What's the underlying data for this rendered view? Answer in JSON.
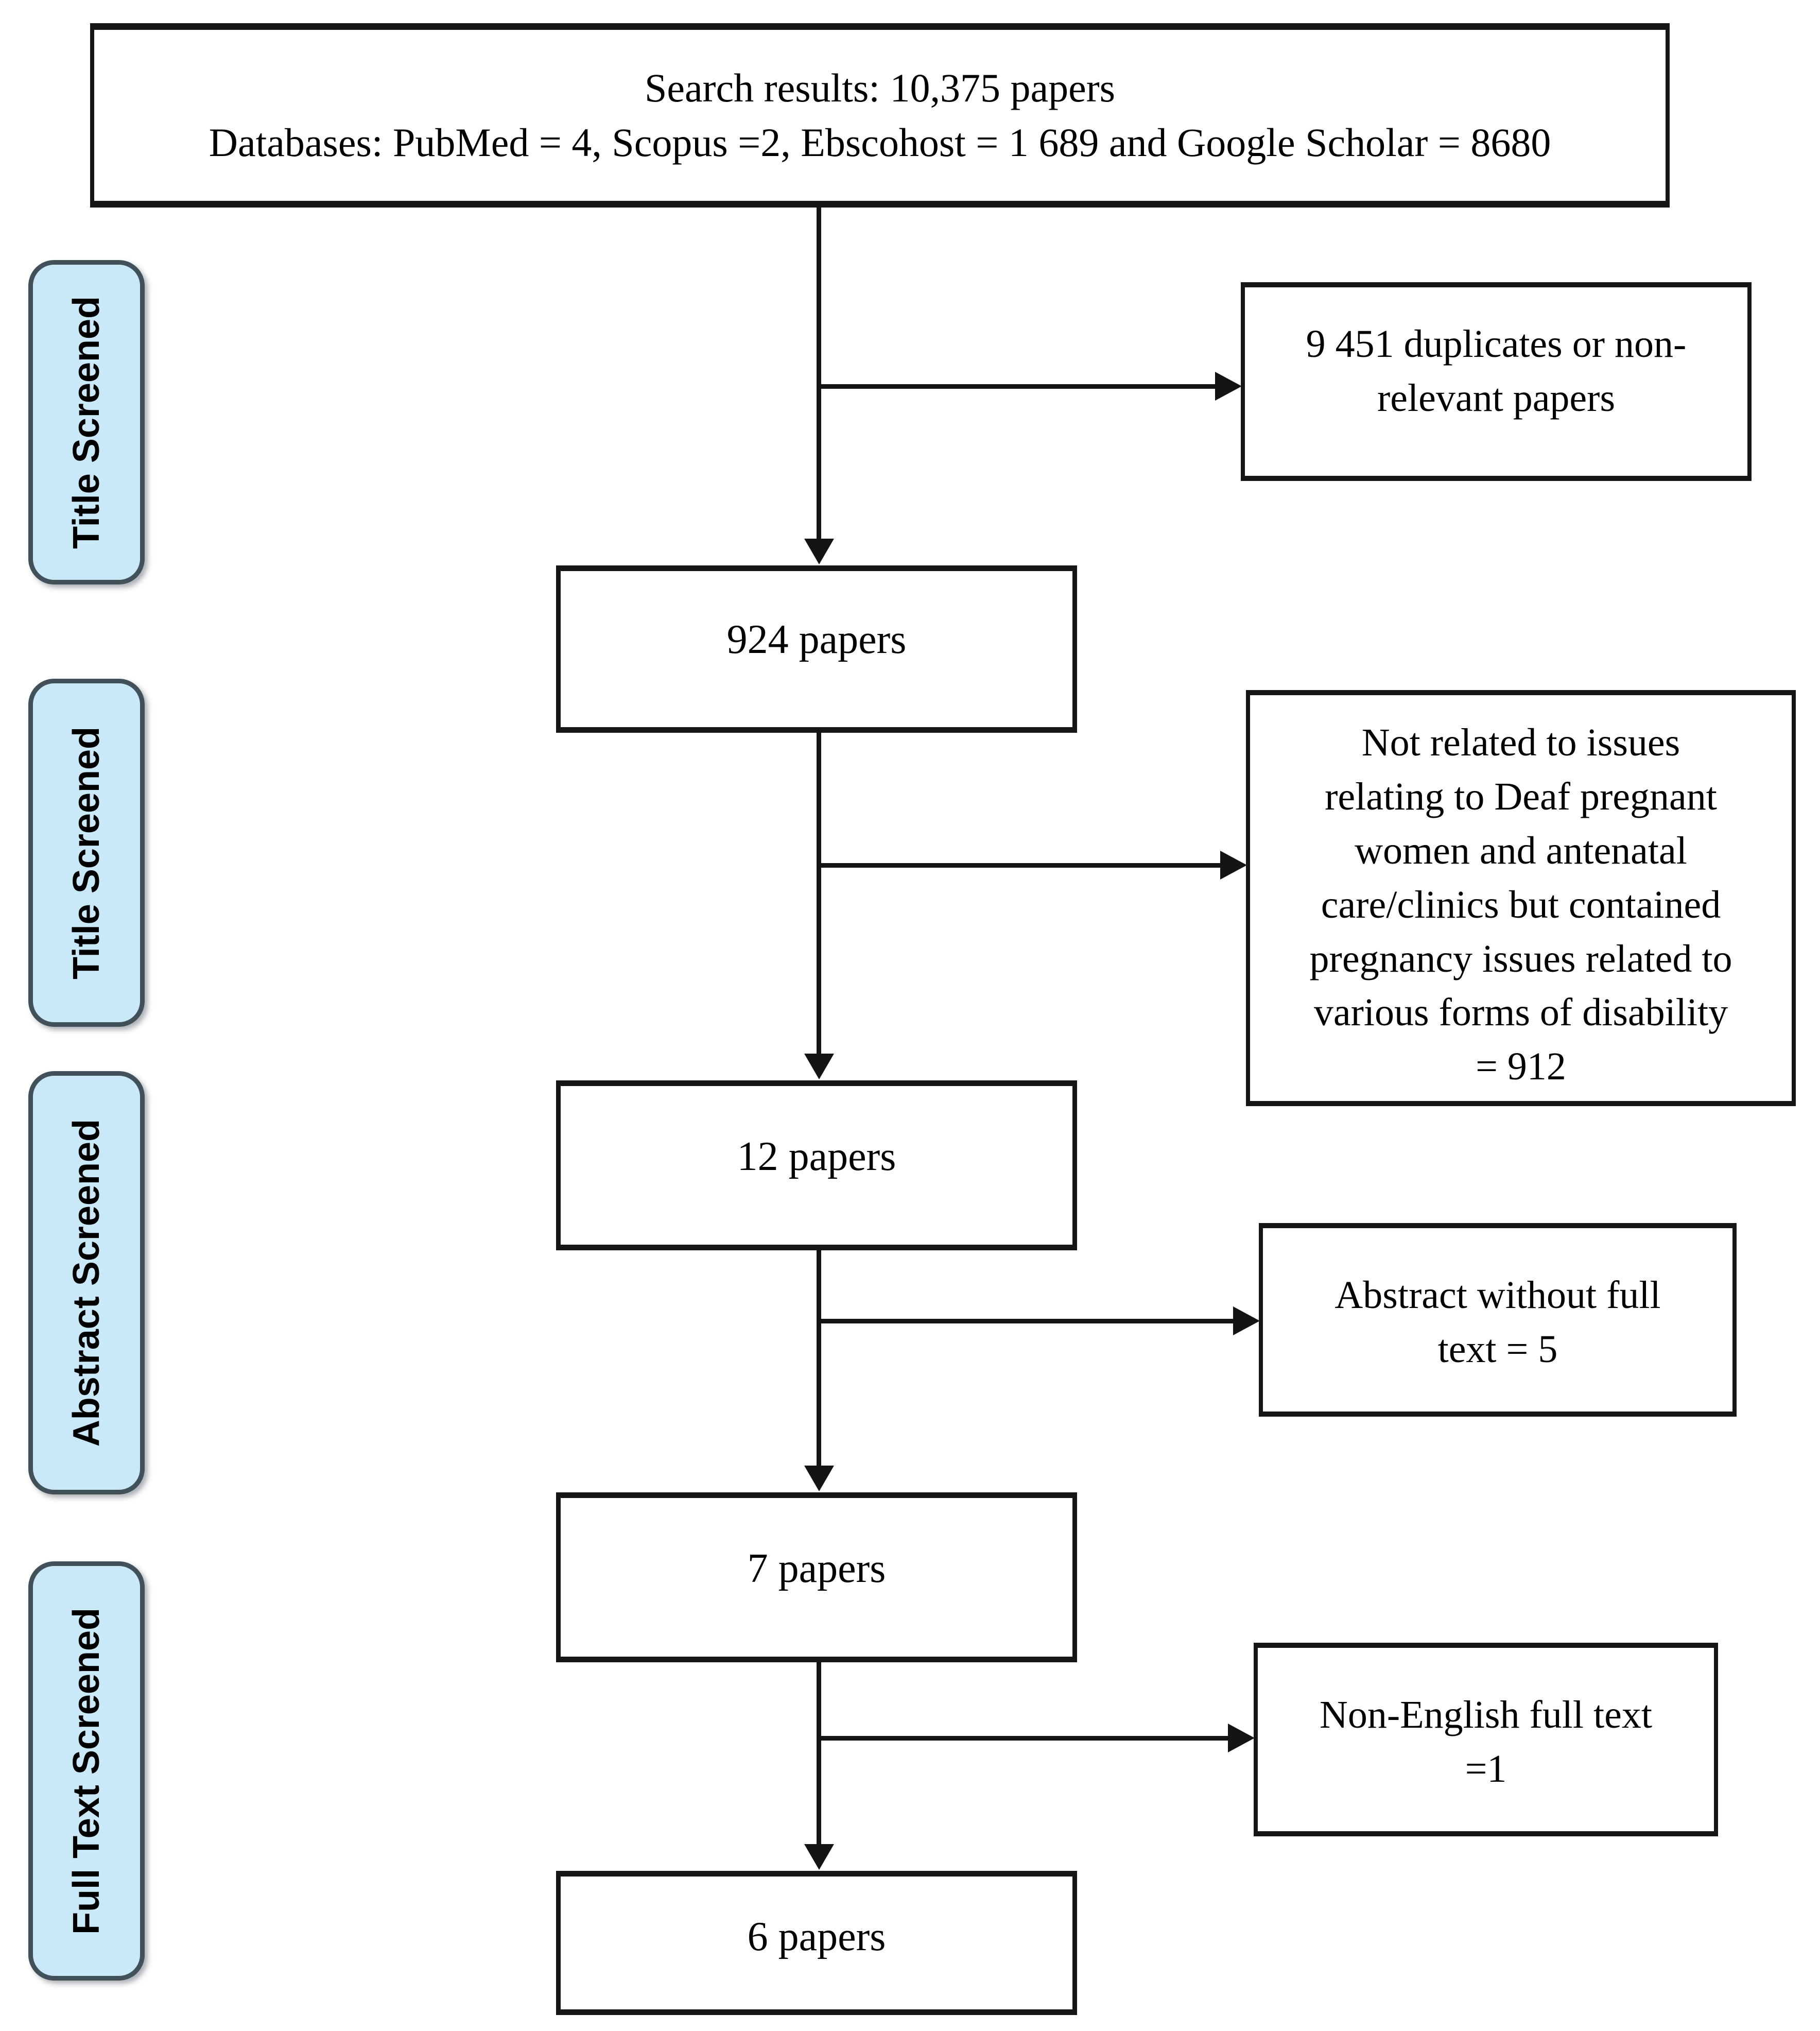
{
  "diagram": {
    "kind": "literature-screening-flowchart",
    "title_box": {
      "lines": [
        "Search results: 10,375 papers",
        "Databases: PubMed = 4, Scopus =2, Ebscohost = 1 689 and Google Scholar = 8680"
      ]
    },
    "stage_labels": [
      {
        "label": "Title Screened"
      },
      {
        "label": "Title Screened"
      },
      {
        "label": "Abstract Screened"
      },
      {
        "label": "Full Text Screened"
      }
    ],
    "flow_boxes": [
      {
        "label": "924 papers"
      },
      {
        "label": "12 papers"
      },
      {
        "label": "7 papers"
      },
      {
        "label": "6 papers"
      }
    ],
    "exclusion_boxes": [
      {
        "lines": [
          "9 451 duplicates or non-",
          "relevant papers"
        ]
      },
      {
        "lines": [
          "Not related to issues",
          "relating to Deaf pregnant",
          "women and antenatal",
          "care/clinics but contained",
          "pregnancy issues related to",
          "various forms of disability",
          "= 912"
        ]
      },
      {
        "lines": [
          "Abstract without full",
          "text = 5"
        ]
      },
      {
        "lines": [
          "Non-English full text",
          "=1"
        ]
      }
    ],
    "colors": {
      "stage_fill": "#c9e9f8",
      "stage_border": "#42505a",
      "box_border": "#161616",
      "arrow": "#141414",
      "background": "#ffffff",
      "text": "#000000"
    }
  }
}
